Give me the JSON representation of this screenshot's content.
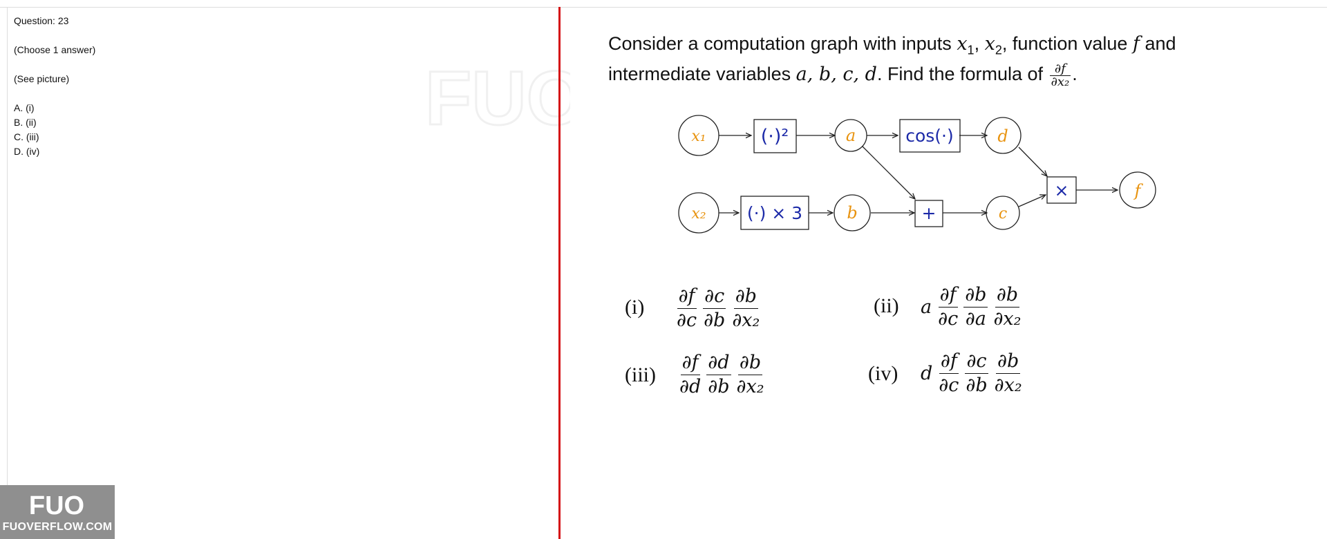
{
  "left_panel": {
    "question_number": "Question: 23",
    "instruction": "(Choose 1 answer)",
    "see_picture": "(See picture)",
    "answers": [
      "A. (i)",
      "B. (ii)",
      "C. (iii)",
      "D. (iv)"
    ]
  },
  "question_image": {
    "text_part1": "Consider a computation graph with inputs",
    "var_x1": "x",
    "var_x2": "x",
    "sub1": "1",
    "sub2": "2",
    "text_part2": ", function value",
    "var_f": "f",
    "text_part3": "and intermediate variables",
    "vars_abcd": "a, b, c, d",
    "text_part4": ". Find the formula of",
    "frac_num": "∂f",
    "frac_den": "∂x₂",
    "period": "."
  },
  "graph": {
    "nodes": {
      "x1": "x₁",
      "x2": "x₂",
      "a": "a",
      "b": "b",
      "c": "c",
      "d": "d",
      "f": "f"
    },
    "ops": {
      "square": "(·)²",
      "times3": "(·) × 3",
      "cos": "cos(·)",
      "plus": "+",
      "mult": "×"
    }
  },
  "options": [
    {
      "label": "(i)",
      "coef": "",
      "fracs": [
        [
          "∂f",
          "∂c"
        ],
        [
          "∂c",
          "∂b"
        ],
        [
          "∂b",
          "∂x₂"
        ]
      ]
    },
    {
      "label": "(ii)",
      "coef": "a",
      "fracs": [
        [
          "∂f",
          "∂c"
        ],
        [
          "∂b",
          "∂a"
        ],
        [
          "∂b",
          "∂x₂"
        ]
      ]
    },
    {
      "label": "(iii)",
      "coef": "",
      "fracs": [
        [
          "∂f",
          "∂d"
        ],
        [
          "∂d",
          "∂b"
        ],
        [
          "∂b",
          "∂x₂"
        ]
      ]
    },
    {
      "label": "(iv)",
      "coef": "d",
      "fracs": [
        [
          "∂f",
          "∂c"
        ],
        [
          "∂c",
          "∂b"
        ],
        [
          "∂b",
          "∂x₂"
        ]
      ]
    }
  ],
  "watermark": {
    "logo_text": "FUOVERFLOW.COM",
    "logo_icon": "fuo-logo-icon"
  },
  "colors": {
    "divider": "#d40f14",
    "node_label": "#e8930f",
    "op_label": "#1c2aa8"
  }
}
